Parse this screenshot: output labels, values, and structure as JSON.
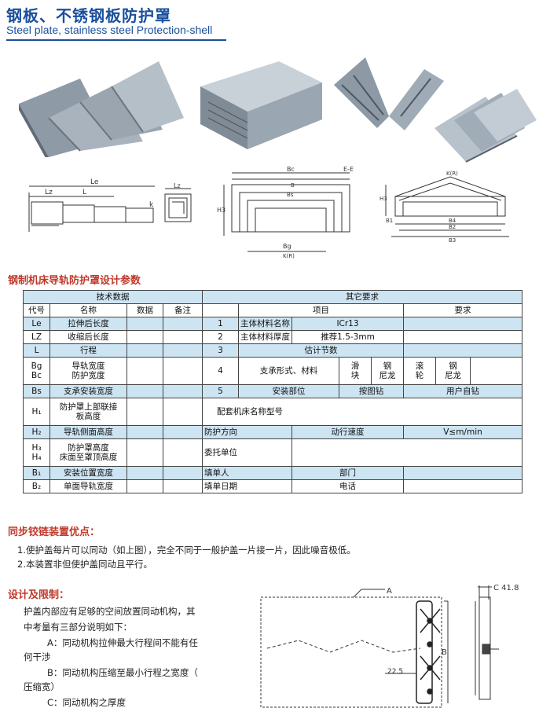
{
  "header": {
    "title_cn": "钢板、不锈钢板防护罩",
    "title_en": "Steel plate, stainless steel Protection-shell"
  },
  "drawings": {
    "d1": {
      "le": "Le",
      "lz": "Lz",
      "l": "L",
      "k": "k"
    },
    "d2": {
      "lz": "Lz"
    },
    "d3": {
      "bc": "Bc",
      "ee": "E-E",
      "b": "B",
      "bs": "Bs",
      "h3": "H3",
      "bg": "Bg",
      "kr": "K(R)"
    },
    "d4": {
      "kr": "K(R)",
      "h3": "H3",
      "b1": "B1",
      "b2": "B2",
      "b3": "B3",
      "b4": "B4"
    }
  },
  "params_section": {
    "title": "钢制机床导轨防护罩设计参数",
    "group_headers": {
      "left": "技术数据",
      "right": "其它要求"
    },
    "col_headers": {
      "code": "代号",
      "name": "名称",
      "data": "数据",
      "note": "备注",
      "item": "项目",
      "req": "要求"
    },
    "rows": [
      {
        "code": "Le",
        "name": "拉伸后长度"
      },
      {
        "code": "LZ",
        "name": "收缩后长度"
      },
      {
        "code": "L",
        "name": "行程"
      },
      {
        "code": "Bg",
        "name": "导轨宽度"
      },
      {
        "code": "Bc",
        "name": "防护宽度"
      },
      {
        "code": "Bs",
        "name": "支承安装宽度"
      },
      {
        "code": "H₁",
        "name": "防护罩上部联接"
      },
      {
        "code": "",
        "name": "板高度"
      },
      {
        "code": "H₂",
        "name": "导轨侧面高度"
      },
      {
        "code": "H₃",
        "name": "防护罩高度"
      },
      {
        "code": "H₄",
        "name": "床面至罩顶高度"
      },
      {
        "code": "B₁",
        "name": "安装位置宽度"
      },
      {
        "code": "B₂",
        "name": "单面导轨宽度"
      }
    ],
    "right": {
      "n1": "1",
      "r1_label": "主体材料名称",
      "r1_val": "ICr13",
      "n2": "2",
      "r2_label": "主体材料厚度",
      "r2_val": "推荐1.5-3mm",
      "n3": "3",
      "r3_label": "估计节数",
      "n4": "4",
      "r4_label": "支承形式、材料",
      "r4_opts": [
        "滑",
        "块",
        "钢",
        "尼龙",
        "滚",
        "轮",
        "钢",
        "尼龙"
      ],
      "n5": "5",
      "r5_label": "安装部位",
      "r5_a": "按图钻",
      "r5_b": "用户自钻",
      "machine_model": "配套机床名称型号",
      "dir_label": "防护方向",
      "speed_label": "动行速度",
      "speed_unit": "V≤m/min",
      "entrust": "委托单位",
      "filler": "填单人",
      "dept": "部门",
      "date": "填单日期",
      "phone": "电话"
    }
  },
  "sync_section": {
    "title": "同步铰链装置优点：",
    "items": [
      "1.使护盖每片可以同动（如上图），完全不同于一般护盖一片接一片，因此噪音极低。",
      "2.本装置非但使护盖同动且平行。"
    ]
  },
  "design_section": {
    "title": "设计及限制：",
    "intro1": "护盖内部应有足够的空间放置同动机构，其",
    "intro2": "中考量有三部分说明如下：",
    "a1": "A：同动机构拉伸最大行程间不能有任",
    "a2": "何干涉",
    "b1": "B：同动机构压缩至最小行程之宽度（",
    "b2": "压缩宽）",
    "c1": "C：同动机构之厚度"
  },
  "diagram_labels": {
    "a": "A",
    "b": "B",
    "c": "C 41.8",
    "dim": "22.5"
  }
}
